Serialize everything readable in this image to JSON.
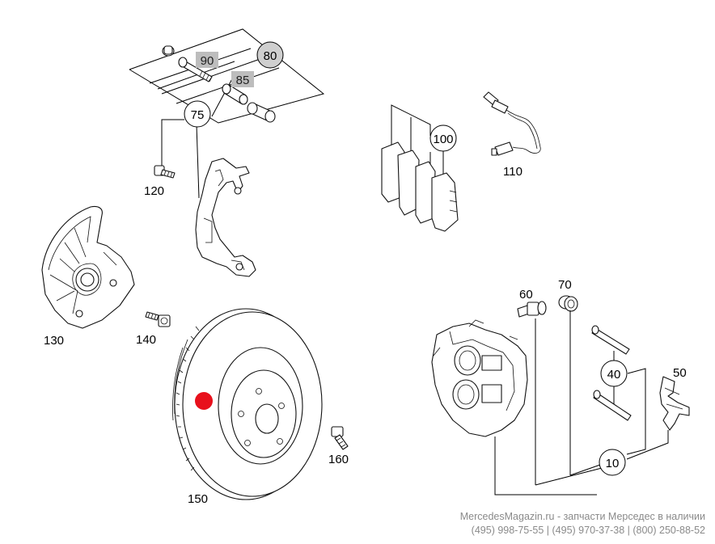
{
  "parts": {
    "p10": "10",
    "p40": "40",
    "p50": "50",
    "p60": "60",
    "p70": "70",
    "p75": "75",
    "p80": "80",
    "p85": "85",
    "p90": "90",
    "p100": "100",
    "p110": "110",
    "p120": "120",
    "p130": "130",
    "p140": "140",
    "p150": "150",
    "p160": "160"
  },
  "footer": {
    "line1": "MercedesMagazin.ru - запчасти Мерседес в наличии",
    "line2": "(495) 998-75-55 |  (495) 970-37-38 |  (800) 250-88-52"
  },
  "colors": {
    "marker": "#e8101c",
    "label_box": "#bdbdbd",
    "circle_fill": "#e6e6e6"
  }
}
